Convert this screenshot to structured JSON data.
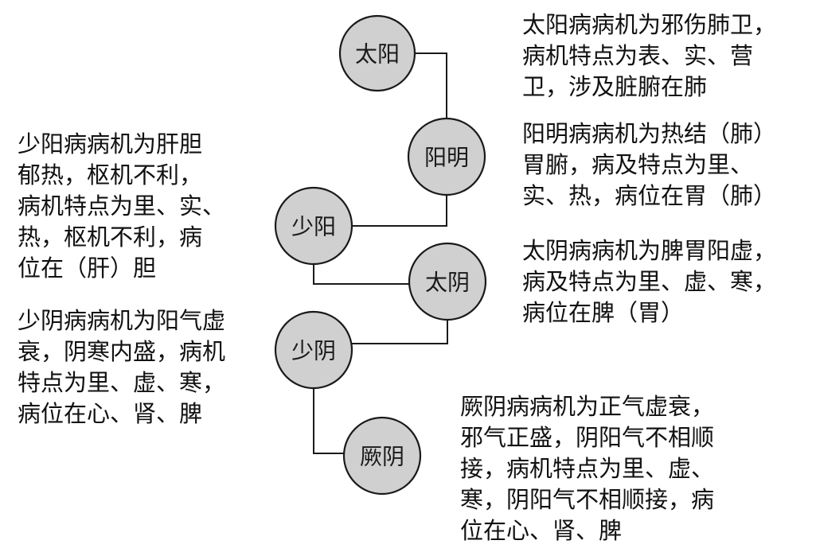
{
  "diagram": {
    "title": "六经病机示意图",
    "node_fill": "#d0d0d0",
    "line_color": "#1a1a1a",
    "nodes": [
      {
        "id": "taiyang",
        "label": "太阳"
      },
      {
        "id": "yangming",
        "label": "阳明"
      },
      {
        "id": "shaoyang",
        "label": "少阳"
      },
      {
        "id": "taiyin",
        "label": "太阴"
      },
      {
        "id": "shaoyin",
        "label": "少阴"
      },
      {
        "id": "jueyin",
        "label": "厥阴"
      }
    ],
    "edges": [
      {
        "from": "taiyang",
        "to": "yangming"
      },
      {
        "from": "yangming",
        "to": "shaoyang"
      },
      {
        "from": "shaoyang",
        "to": "taiyin"
      },
      {
        "from": "taiyin",
        "to": "shaoyin"
      },
      {
        "from": "shaoyin",
        "to": "jueyin"
      }
    ]
  },
  "descriptions": {
    "taiyang": {
      "lines": [
        "太阳病病机为邪伤肺卫，",
        "病机特点为表、实、营",
        "卫，涉及脏腑在肺"
      ]
    },
    "yangming": {
      "lines": [
        "阳明病病机为热结（肺）",
        "胃腑，病及特点为里、",
        "实、热，病位在胃（肺）"
      ]
    },
    "shaoyang": {
      "lines": [
        "少阳病病机为肝胆",
        "郁热，枢机不利，",
        "病机特点为里、实、",
        "热，枢机不利，病",
        "位在（肝）胆"
      ]
    },
    "taiyin": {
      "lines": [
        "太阴病病机为脾胃阳虚，",
        "病及特点为里、虚、寒，",
        "病位在脾（胃）"
      ]
    },
    "shaoyin": {
      "lines": [
        "少阴病病机为阳气虚",
        "衰，阴寒内盛，病机",
        "特点为里、虚、寒，",
        "病位在心、肾、脾"
      ]
    },
    "jueyin": {
      "lines": [
        "厥阴病病机为正气虚衰，",
        "邪气正盛，阴阳气不相顺",
        "接，病机特点为里、虚、",
        "寒，阴阳气不相顺接，病",
        "位在心、肾、脾"
      ]
    }
  }
}
